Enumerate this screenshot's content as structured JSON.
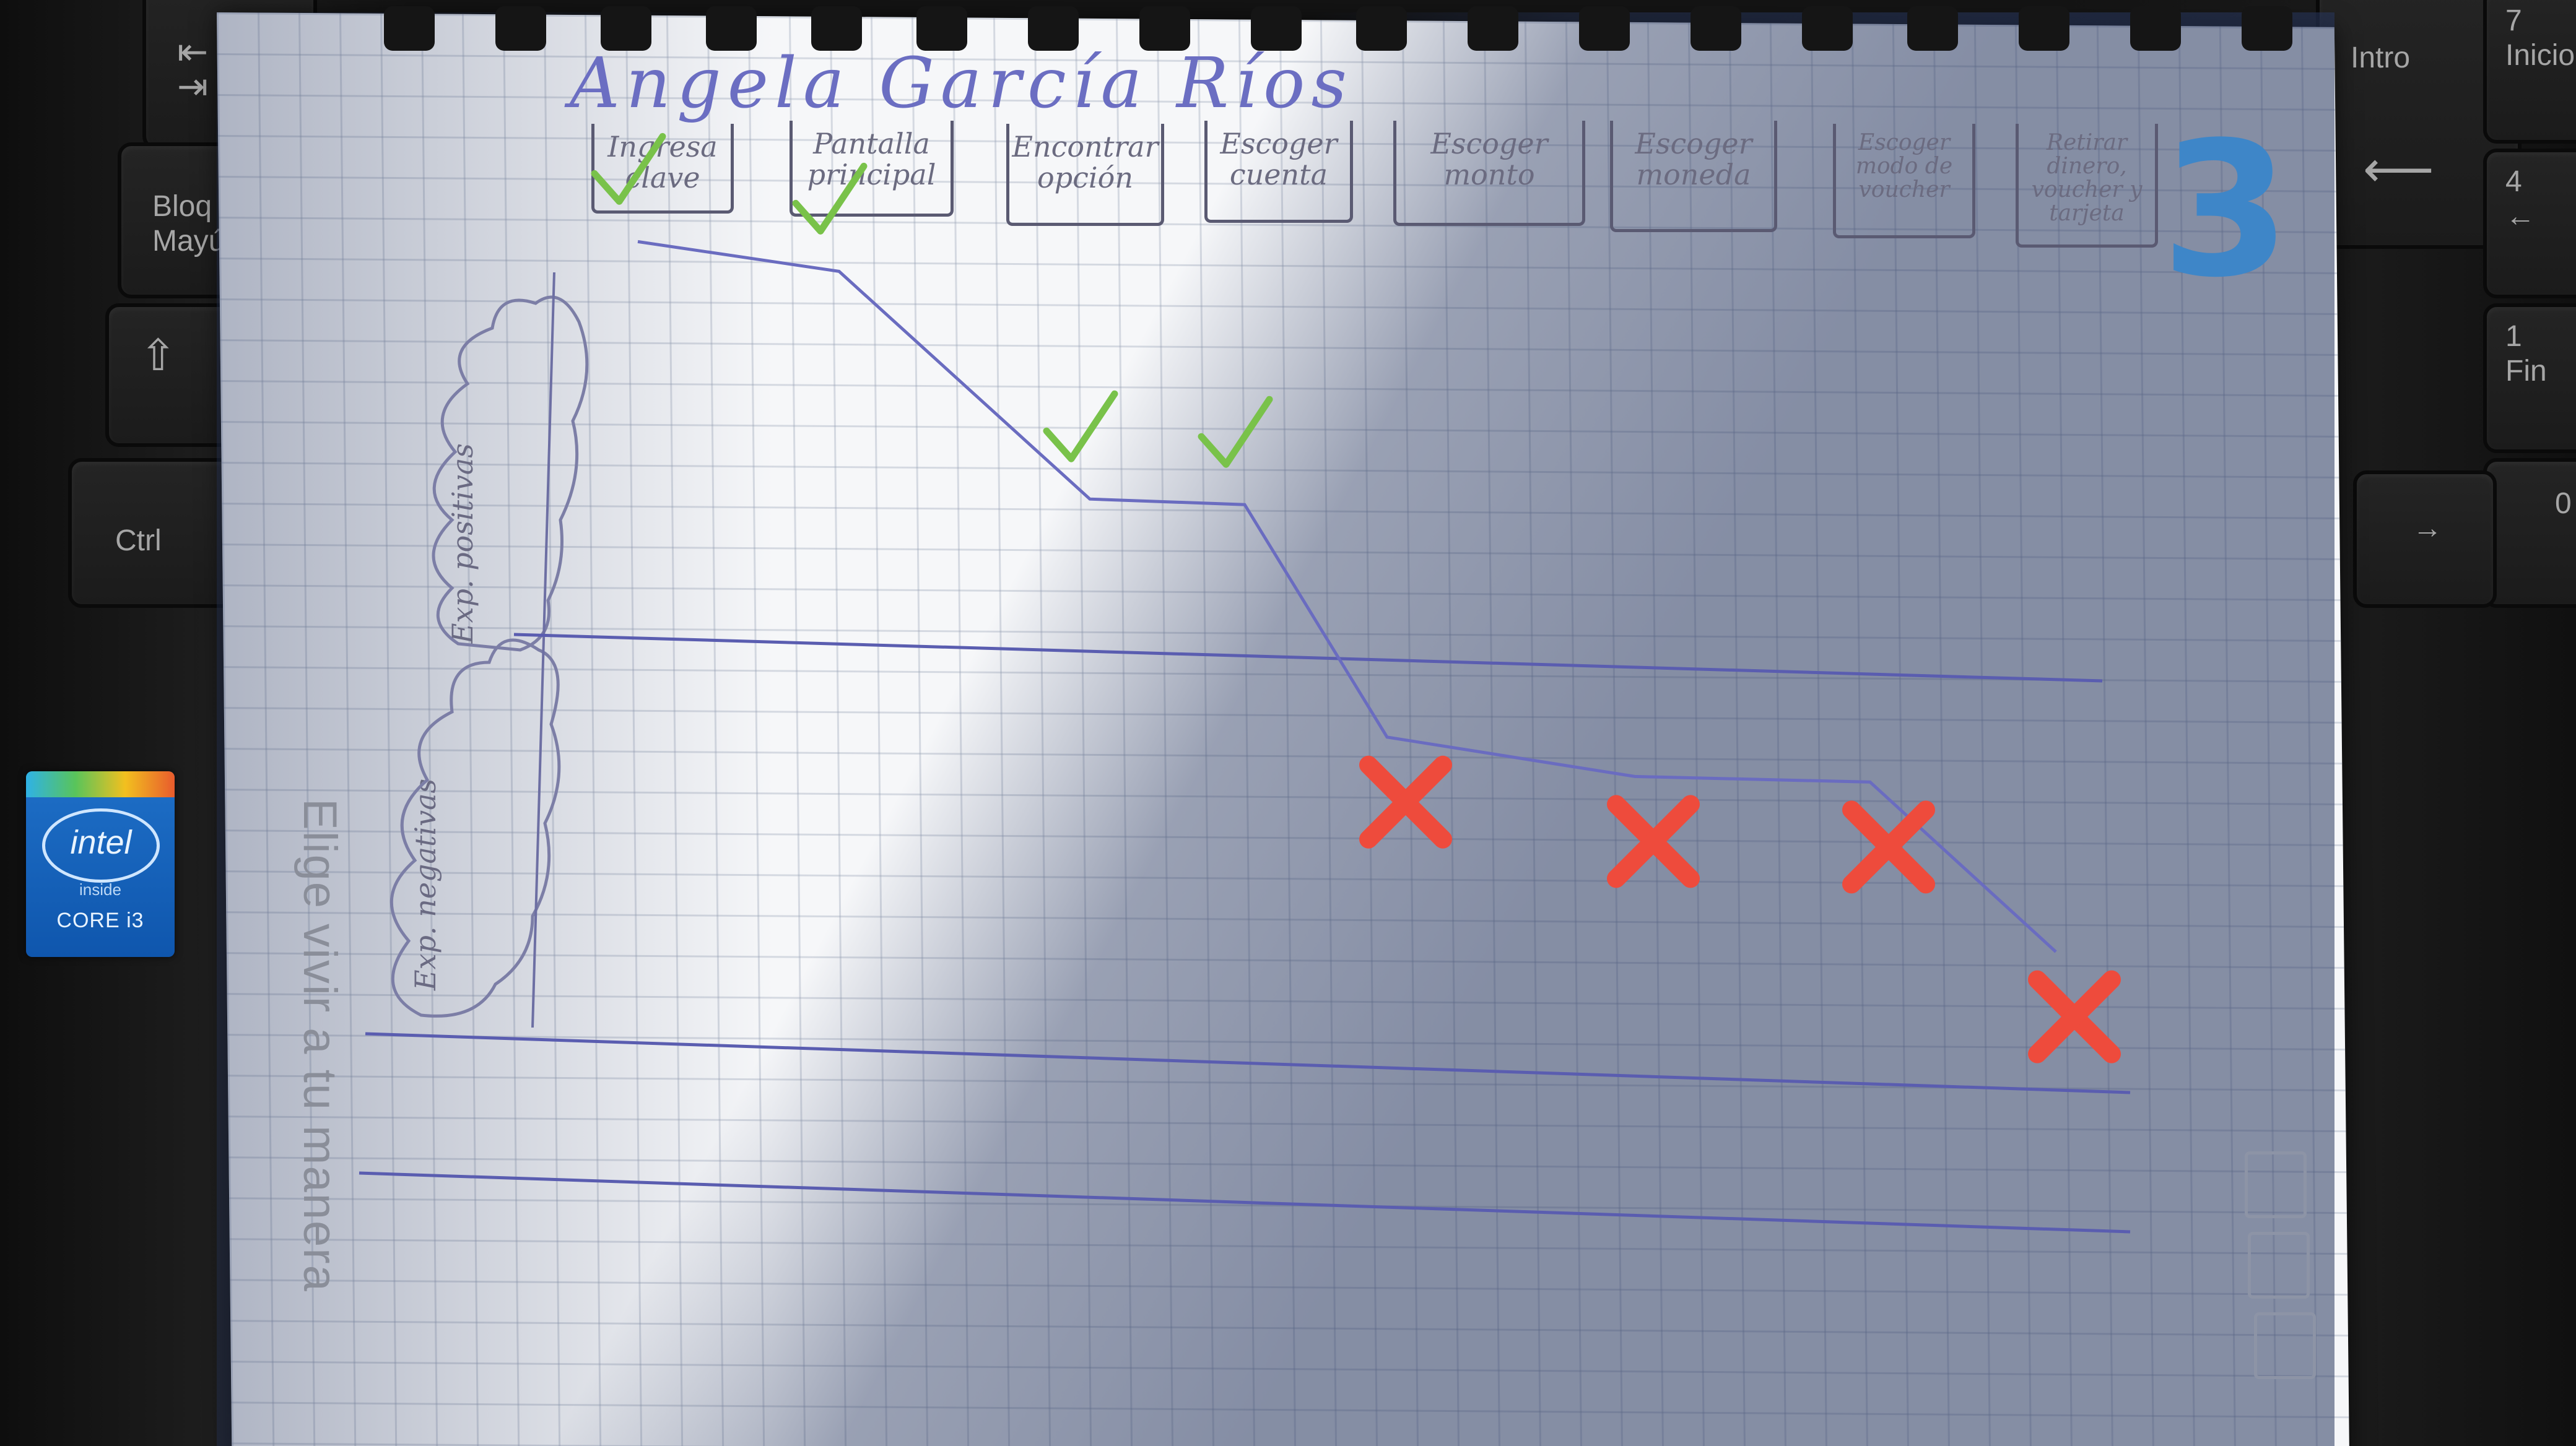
{
  "author_name": "Angela García Ríos",
  "page_number": "3",
  "printed_brand_text": "Elige vivir a tu manera",
  "y_axis": {
    "positive_label": "Exp. positivas",
    "negative_label": "Exp. negativas"
  },
  "stages": [
    {
      "label": "Ingresa clave",
      "mark": "check"
    },
    {
      "label": "Pantalla principal",
      "mark": "check"
    },
    {
      "label": "Encontrar opción",
      "mark": "check"
    },
    {
      "label": "Escoger cuenta",
      "mark": "check"
    },
    {
      "label": "Escoger monto",
      "mark": "x"
    },
    {
      "label": "Escoger moneda",
      "mark": "x"
    },
    {
      "label": "Escoger modo de voucher",
      "mark": "x"
    },
    {
      "label": "Retirar dinero, voucher y tarjeta",
      "mark": "x"
    }
  ],
  "journey_levels": [
    0.82,
    0.77,
    0.31,
    0.31,
    -0.16,
    -0.23,
    -0.23,
    -0.57
  ],
  "colors": {
    "check": "#79c24a",
    "x": "#ee4b3c",
    "ink": "#6a6cc0",
    "page_number": "#3e86c8"
  },
  "keyboard": {
    "keys": [
      "⇤\n⇥",
      "Bloq\nMayús",
      "⇧",
      "Ctrl",
      "Intro",
      "7\nInicio",
      "4\n←",
      "1\nFin",
      "0",
      "⟵",
      "→"
    ],
    "intel_badge": {
      "logo": "intel",
      "inside": "inside",
      "core": "CORE i3"
    }
  }
}
